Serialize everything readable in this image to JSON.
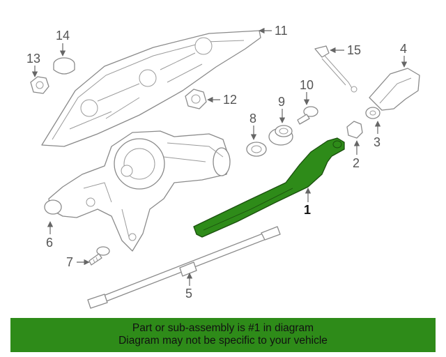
{
  "diagram": {
    "callouts": [
      "1",
      "2",
      "3",
      "4",
      "5",
      "6",
      "7",
      "8",
      "9",
      "10",
      "11",
      "12",
      "13",
      "14",
      "15"
    ],
    "highlight_color": "#2e8b19",
    "highlighted_part": "1"
  },
  "banner": {
    "line1": "Part or sub-assembly is #1 in diagram",
    "line2": "Diagram may not be specific to your vehicle",
    "color": "#2e8b19"
  }
}
